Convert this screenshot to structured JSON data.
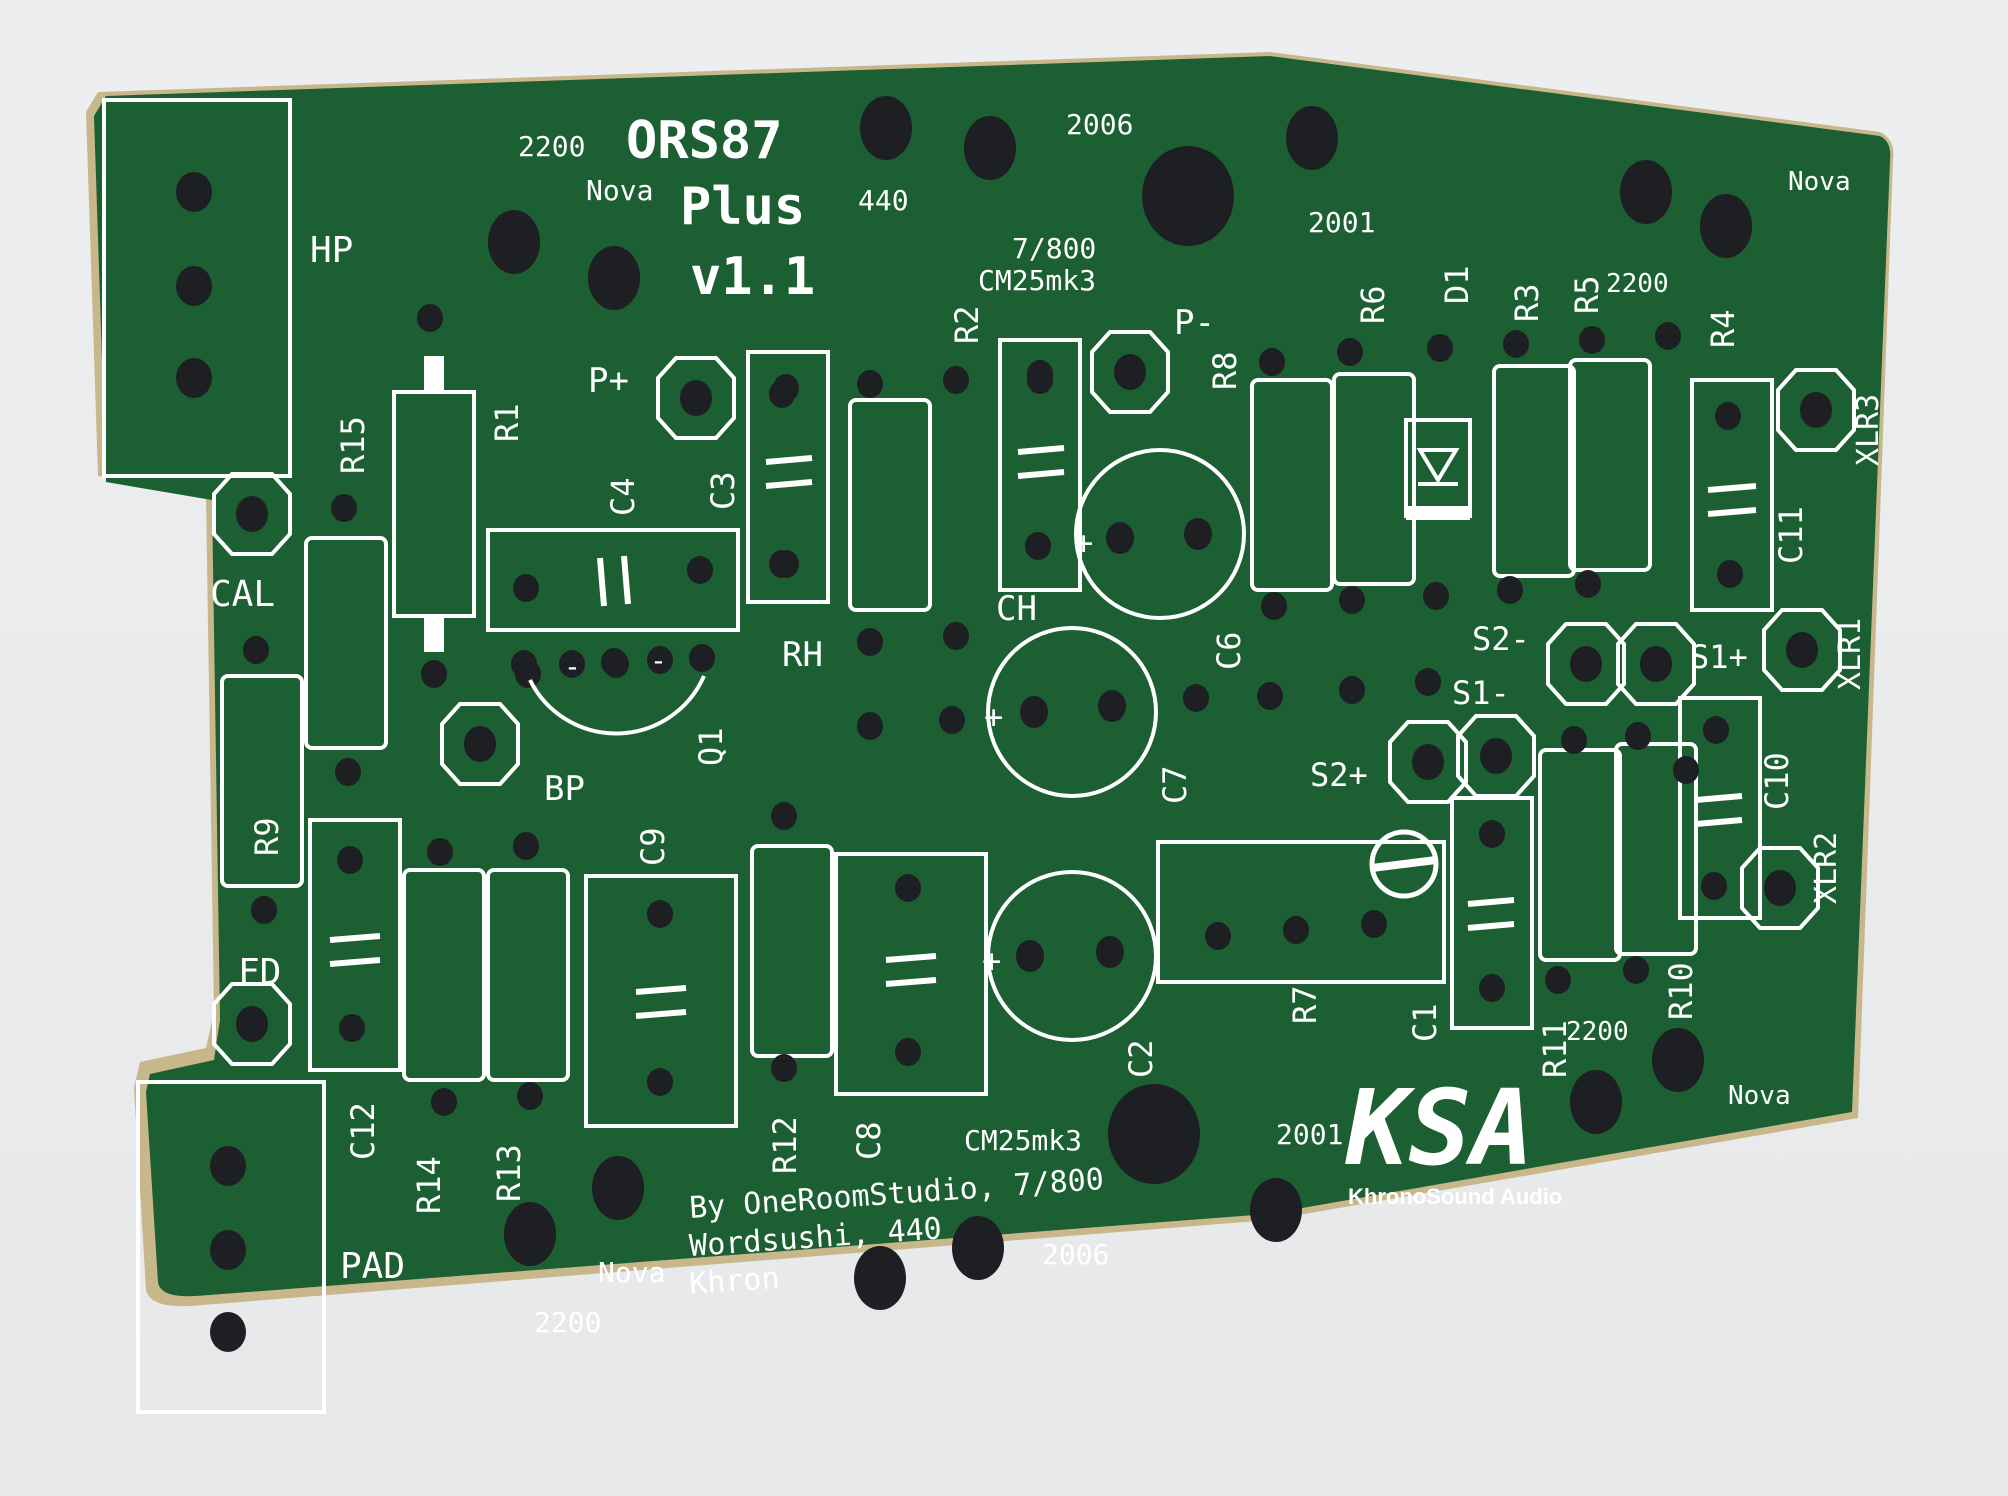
{
  "board": {
    "title": "ORS87",
    "subtitle": "Plus",
    "version": "v1.1",
    "colors": {
      "soldermask": "#1b5f32",
      "silkscreen": "#ffffff",
      "edge": "#c7b78a",
      "background": "#e8eaec"
    }
  },
  "credits": {
    "line1": "By OneRoomStudio, 7/800",
    "line2": "Wordsushi, 440",
    "line3": "Khron",
    "top_credit_a": "7/800",
    "top_credit_b": "CM25mk3",
    "bottom_credit": "CM25mk3"
  },
  "logo": {
    "mark": "KSA",
    "name": "KhronoSound Audio"
  },
  "screw_labels": {
    "tl_2200": "2200",
    "tl_nova": "Nova",
    "top_440": "440",
    "top_2006": "2006",
    "top_2001": "2001",
    "tr_nova": "Nova",
    "r5_2200": "2200",
    "r11_2200": "2200",
    "br_nova": "Nova",
    "b_2001": "2001",
    "b_2006": "2006",
    "bl_nova": "Nova",
    "bl_2200": "2200"
  },
  "connectors": {
    "hp": "HP",
    "pad": "PAD",
    "cal": "CAL",
    "fd": "FD",
    "bp": "BP",
    "rh": "RH",
    "ch": "CH",
    "p_plus": "P+",
    "p_minus": "P-",
    "s1_minus": "S1-",
    "s1_plus": "S1+",
    "s2_minus": "S2-",
    "s2_plus": "S2+",
    "xlr1": "XLR1",
    "xlr2": "XLR2",
    "xlr3": "XLR3"
  },
  "refdes": {
    "r1": "R1",
    "r2": "R2",
    "r3": "R3",
    "r4": "R4",
    "r5": "R5",
    "r6": "R6",
    "r7": "R7",
    "r8": "R8",
    "r9": "R9",
    "r10": "R10",
    "r11": "R11",
    "r12": "R12",
    "r13": "R13",
    "r14": "R14",
    "r15": "R15",
    "c1": "C1",
    "c2": "C2",
    "c3": "C3",
    "c4": "C4",
    "c6": "C6",
    "c7": "C7",
    "c8": "C8",
    "c9": "C9",
    "c10": "C10",
    "c11": "C11",
    "c12": "C12",
    "d1": "D1",
    "q1": "Q1",
    "plus": "+",
    "minus": "-"
  }
}
